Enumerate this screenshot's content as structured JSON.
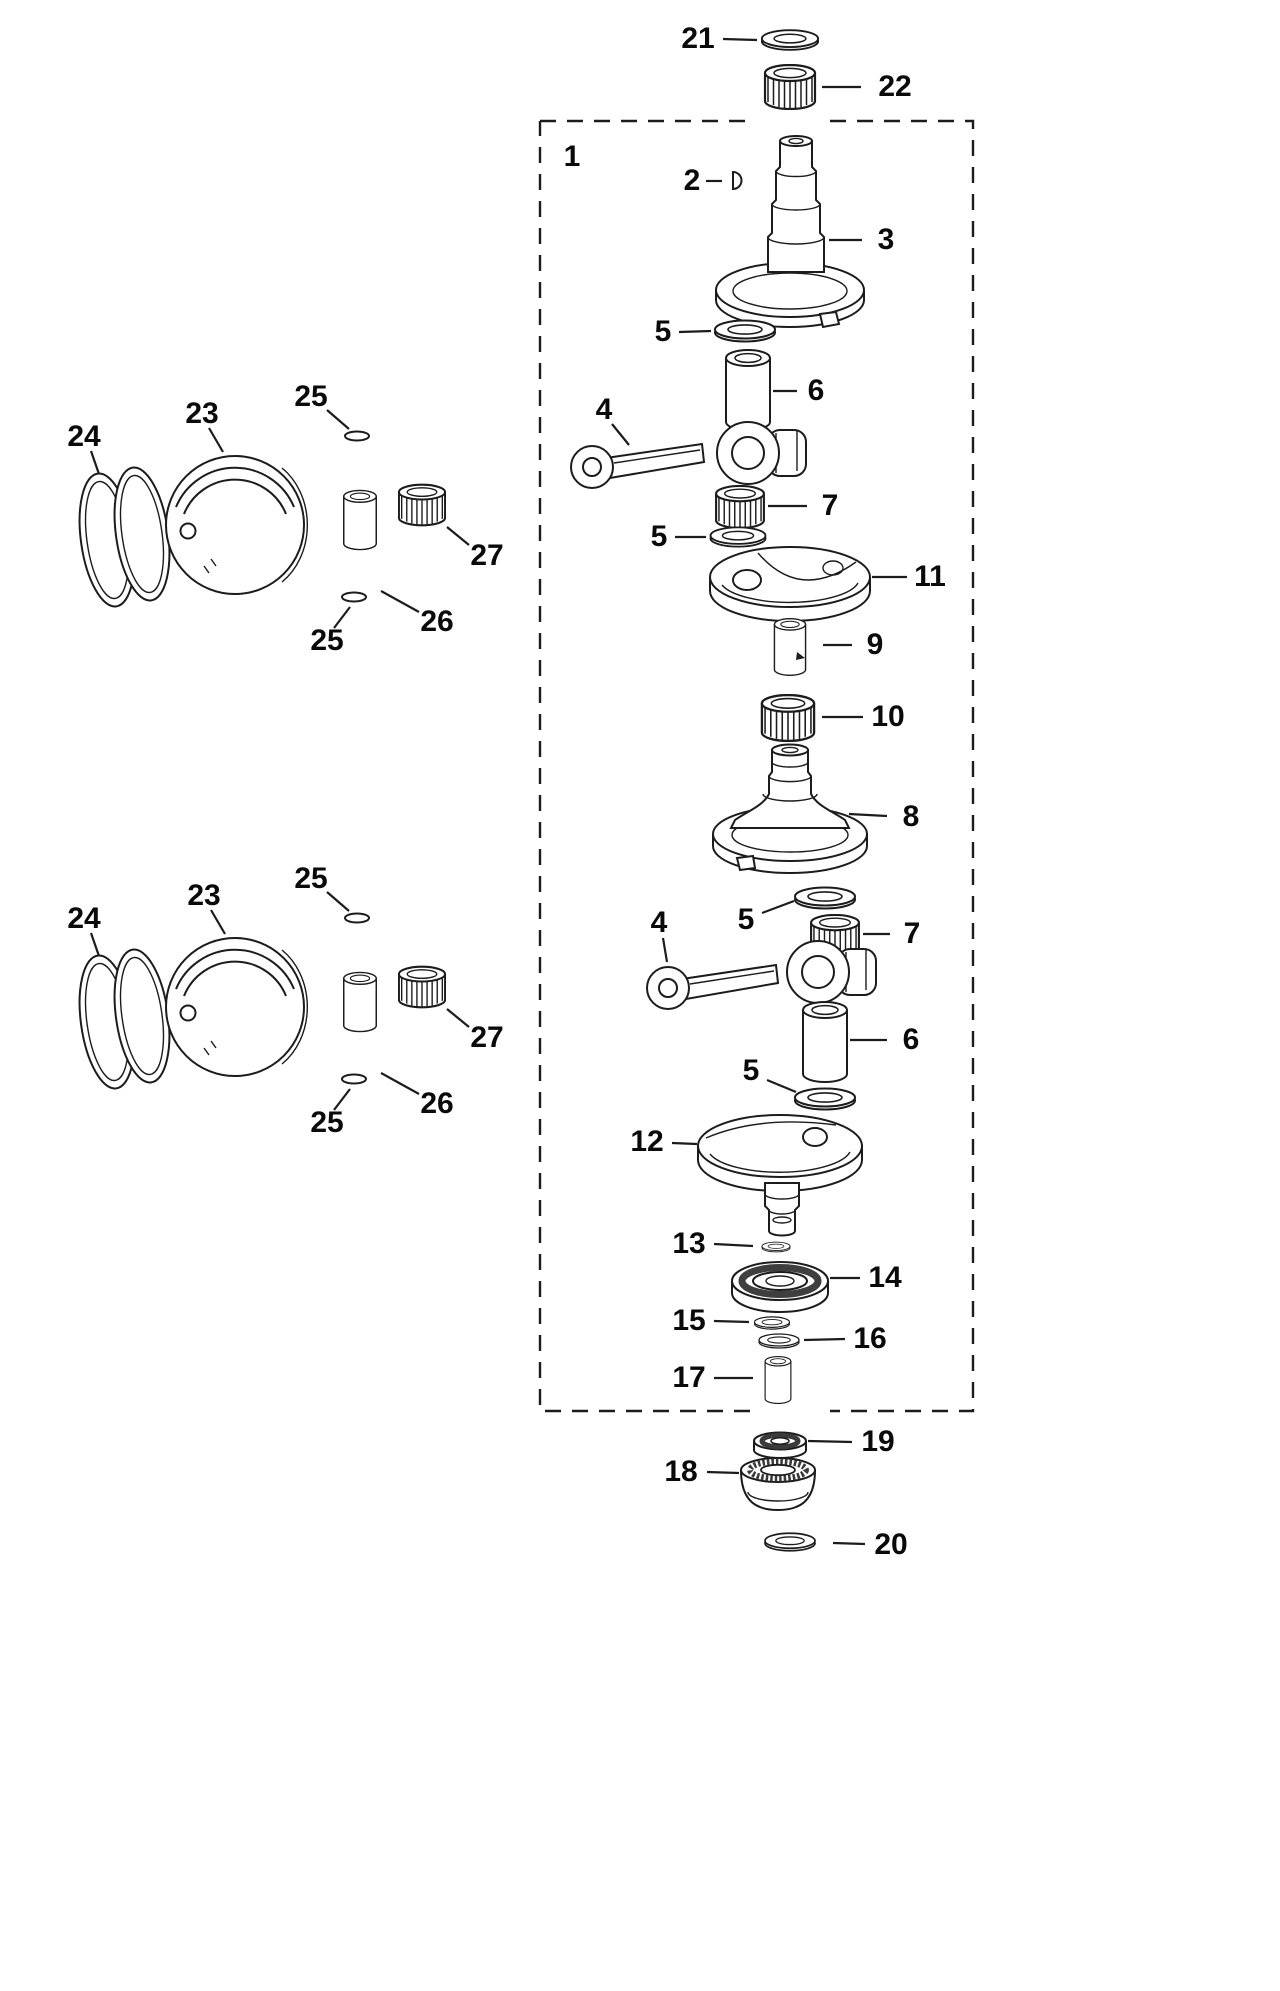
{
  "page": {
    "background_color": "#ffffff",
    "ink_color": "#1c1c1c"
  },
  "diagram": {
    "type": "exploded-parts-diagram",
    "callouts": [
      {
        "label": "21"
      },
      {
        "label": "22"
      },
      {
        "label": "1"
      },
      {
        "label": "2"
      },
      {
        "label": "3"
      },
      {
        "label": "5"
      },
      {
        "label": "6"
      },
      {
        "label": "4"
      },
      {
        "label": "7"
      },
      {
        "label": "5"
      },
      {
        "label": "11"
      },
      {
        "label": "9"
      },
      {
        "label": "10"
      },
      {
        "label": "8"
      },
      {
        "label": "5"
      },
      {
        "label": "4"
      },
      {
        "label": "7"
      },
      {
        "label": "6"
      },
      {
        "label": "5"
      },
      {
        "label": "12"
      },
      {
        "label": "13"
      },
      {
        "label": "14"
      },
      {
        "label": "15"
      },
      {
        "label": "16"
      },
      {
        "label": "17"
      },
      {
        "label": "19"
      },
      {
        "label": "18"
      },
      {
        "label": "20"
      },
      {
        "label": "25"
      },
      {
        "label": "23"
      },
      {
        "label": "24"
      },
      {
        "label": "27"
      },
      {
        "label": "26"
      },
      {
        "label": "25"
      },
      {
        "label": "25"
      },
      {
        "label": "23"
      },
      {
        "label": "24"
      },
      {
        "label": "27"
      },
      {
        "label": "26"
      },
      {
        "label": "25"
      }
    ]
  }
}
